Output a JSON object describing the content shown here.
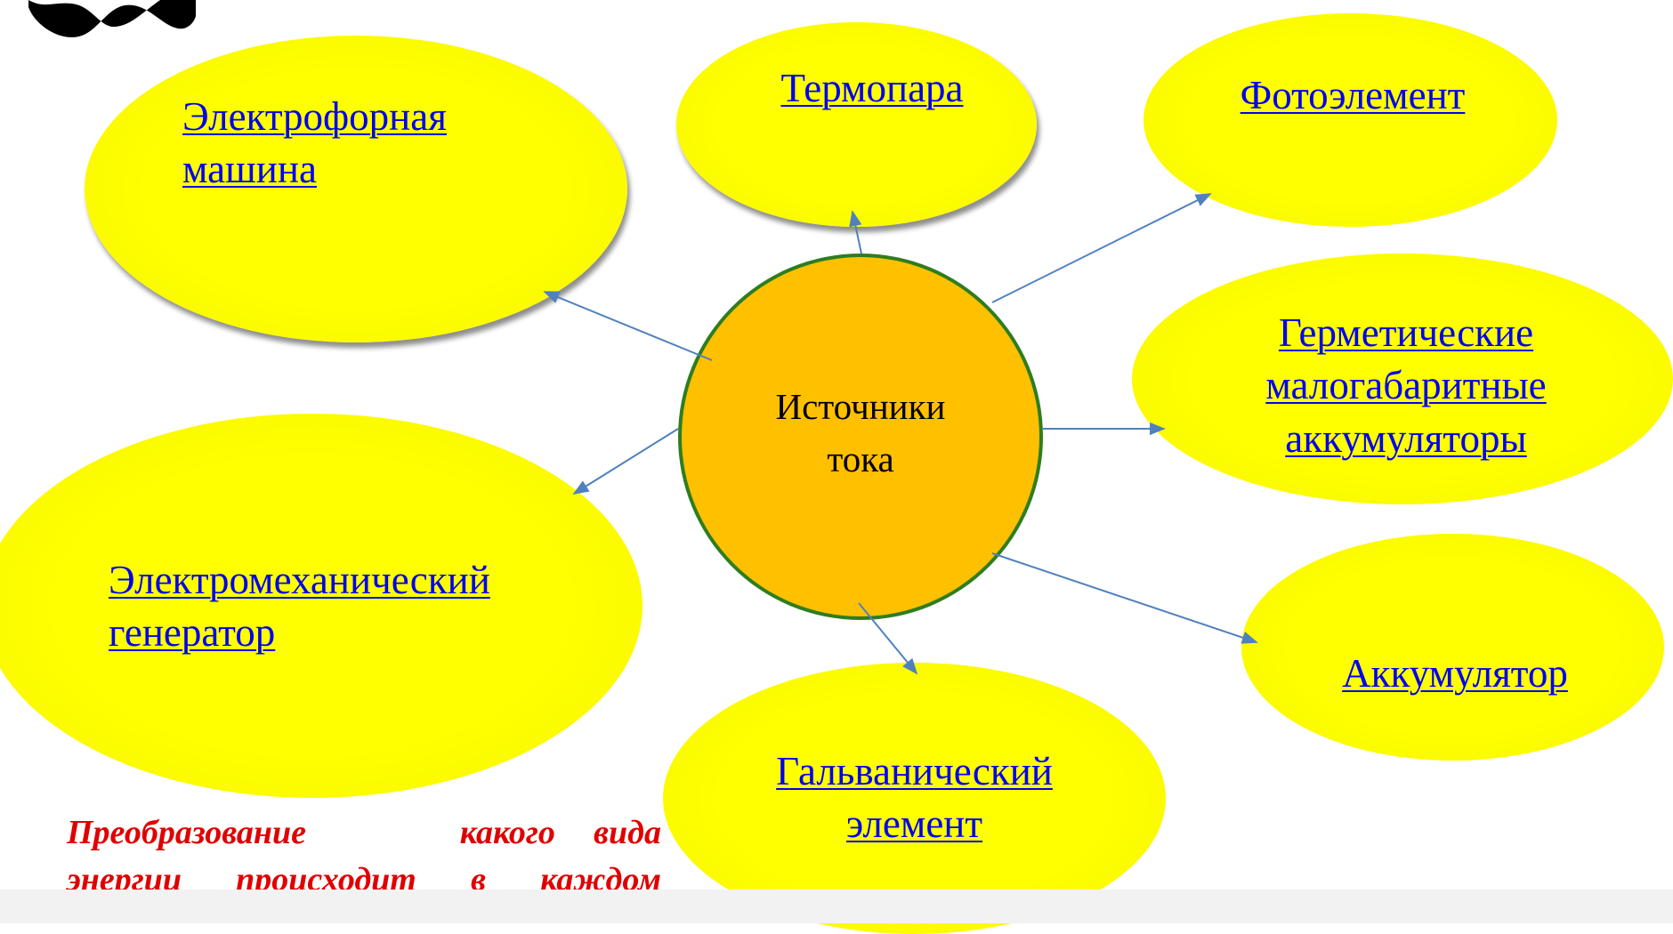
{
  "diagram": {
    "center": {
      "label_line1": "Источники",
      "label_line2": "тока"
    },
    "nodes": {
      "electrophore": {
        "line1": "Электрофорная",
        "line2": "машина"
      },
      "thermocouple": {
        "line1": "Термопара"
      },
      "photoelement": {
        "line1": "Фотоэлемент"
      },
      "sealed_batteries": {
        "line1": "Герметические",
        "line2": "малогабаритные",
        "line3": "аккумуляторы"
      },
      "accumulator": {
        "line1": "Аккумулятор"
      },
      "galvanic": {
        "line1": "Гальванический",
        "line2": "элемент"
      },
      "generator": {
        "line1": "Электромеханический",
        "line2": "генератор"
      }
    },
    "edges": [
      {
        "from": "center",
        "to": "electrophore"
      },
      {
        "from": "center",
        "to": "thermocouple"
      },
      {
        "from": "center",
        "to": "photoelement"
      },
      {
        "from": "center",
        "to": "sealed_batteries"
      },
      {
        "from": "center",
        "to": "accumulator"
      },
      {
        "from": "center",
        "to": "galvanic"
      },
      {
        "from": "center",
        "to": "generator"
      }
    ]
  },
  "question": {
    "line1": "Преобразование    какого вида",
    "line2": "энергии происходит в каждом",
    "line3": "?"
  },
  "colors": {
    "node_fill": "#ffff00",
    "hub_fill": "#ffc000",
    "hub_border": "#2e7d1f",
    "link": "#0000ee",
    "question": "#e00000",
    "edge": "#4f81bd"
  }
}
